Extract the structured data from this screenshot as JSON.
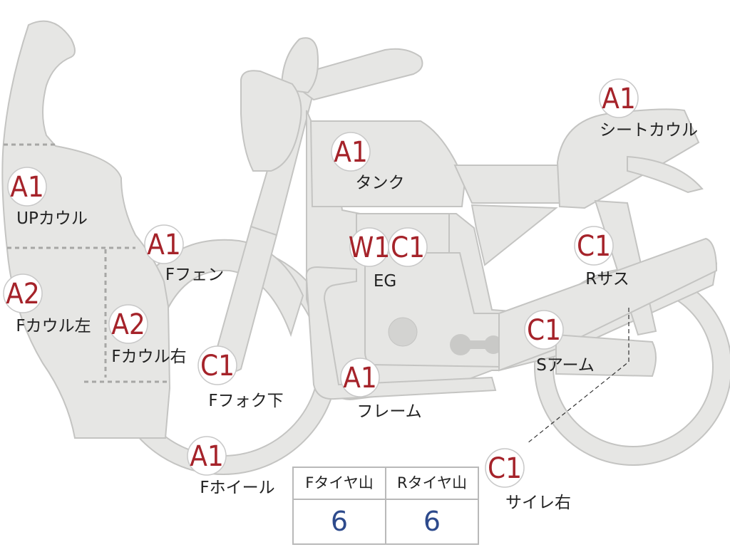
{
  "grade_color": "#a5232a",
  "value_color": "#2d4a8c",
  "parts": [
    {
      "id": "up-cowl",
      "grade": "A1",
      "label": "UPカウル"
    },
    {
      "id": "f-cowl-l",
      "grade": "A2",
      "label": "Fカウル左"
    },
    {
      "id": "f-cowl-r",
      "grade": "A2",
      "label": "Fカウル右"
    },
    {
      "id": "f-fender",
      "grade": "A1",
      "label": "Fフェン"
    },
    {
      "id": "f-fork",
      "grade": "C1",
      "label": "Fフォク下"
    },
    {
      "id": "f-wheel",
      "grade": "A1",
      "label": "Fホイール"
    },
    {
      "id": "tank",
      "grade": "A1",
      "label": "タンク"
    },
    {
      "id": "engine",
      "grades": [
        "W1",
        "C1"
      ],
      "label": "EG"
    },
    {
      "id": "frame",
      "grade": "A1",
      "label": "フレーム"
    },
    {
      "id": "seat-cowl",
      "grade": "A1",
      "label": "シートカウル"
    },
    {
      "id": "r-sus",
      "grade": "C1",
      "label": "Rサス"
    },
    {
      "id": "s-arm",
      "grade": "C1",
      "label": "Sアーム"
    },
    {
      "id": "muffler-r",
      "grade": "C1",
      "label": "サイレ右"
    }
  ],
  "tread": {
    "front_label": "Fタイヤ山",
    "rear_label": "Rタイヤ山",
    "front_value": "6",
    "rear_value": "6"
  }
}
